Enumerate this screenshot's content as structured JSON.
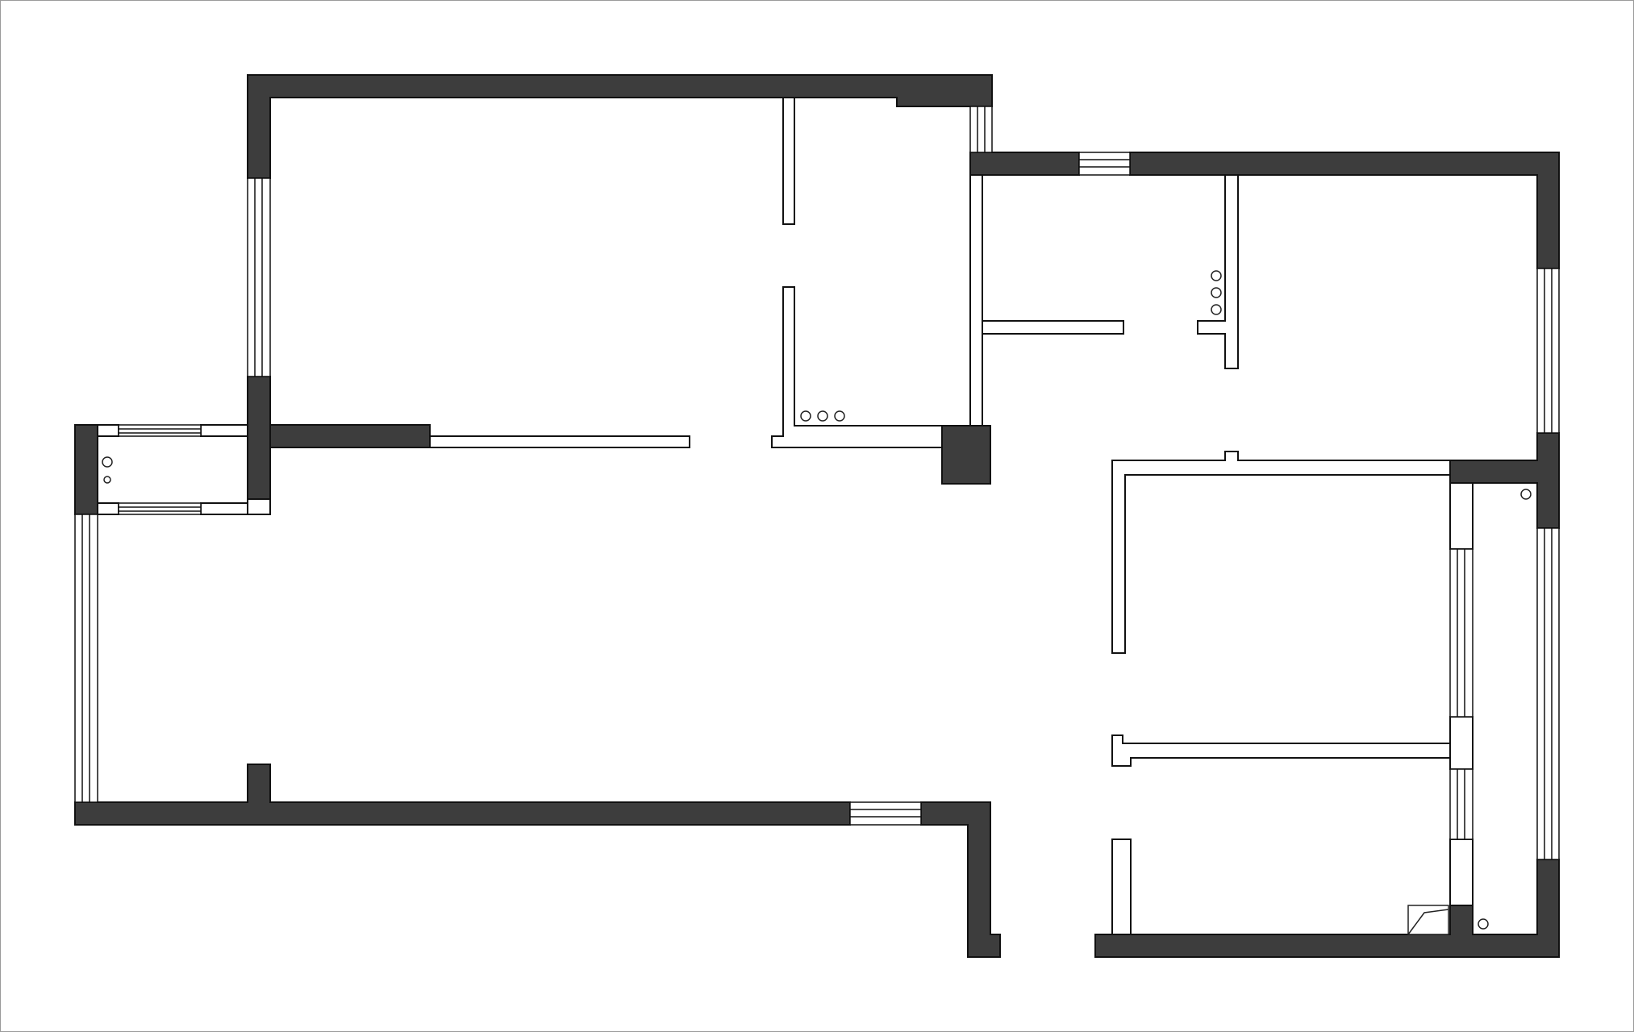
{
  "drawing": {
    "colors": {
      "wall": "#3d3d3d",
      "outline": "#111111",
      "background": "#ffffff"
    },
    "elements": [
      "load-bearing-walls",
      "partition-walls",
      "windows",
      "pipe-fixtures"
    ]
  }
}
